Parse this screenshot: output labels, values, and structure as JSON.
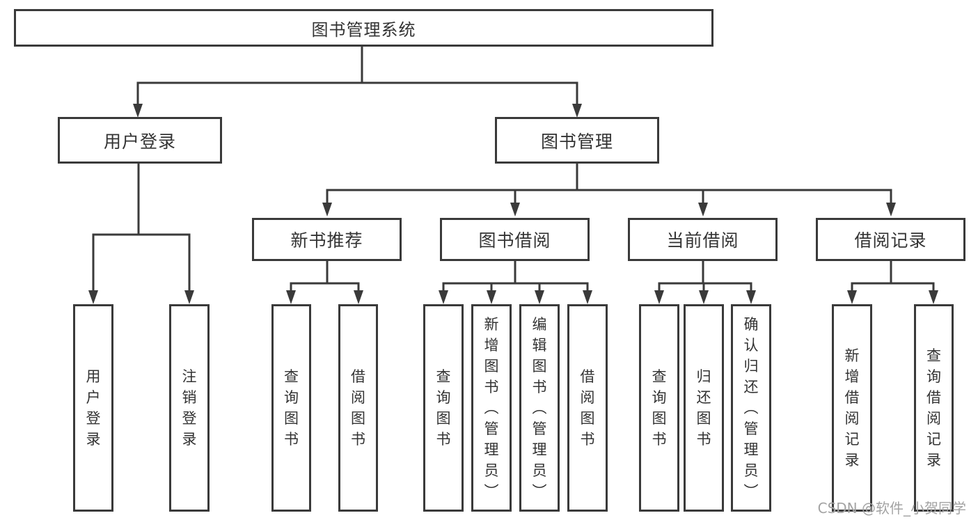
{
  "diagram": {
    "root": "图书管理系统",
    "branches": [
      {
        "label": "用户登录",
        "children": [
          "用户登录",
          "注销登录"
        ]
      },
      {
        "label": "图书管理",
        "children": [
          {
            "label": "新书推荐",
            "children": [
              "查询图书",
              "借阅图书"
            ]
          },
          {
            "label": "图书借阅",
            "children": [
              "查询图书",
              "新增图书（管理员）",
              "编辑图书（管理员）",
              "借阅图书"
            ]
          },
          {
            "label": "当前借阅",
            "children": [
              "查询图书",
              "归还图书",
              "确认归还（管理员）"
            ]
          },
          {
            "label": "借阅记录",
            "children": [
              "新增借阅记录",
              "查询借阅记录"
            ]
          }
        ]
      }
    ]
  },
  "watermark": "CSDN @软件_小贺同学",
  "colors": {
    "line": "#3a3a3a",
    "text": "#333333",
    "background": "#ffffff",
    "watermark": "#a3a3a3"
  }
}
